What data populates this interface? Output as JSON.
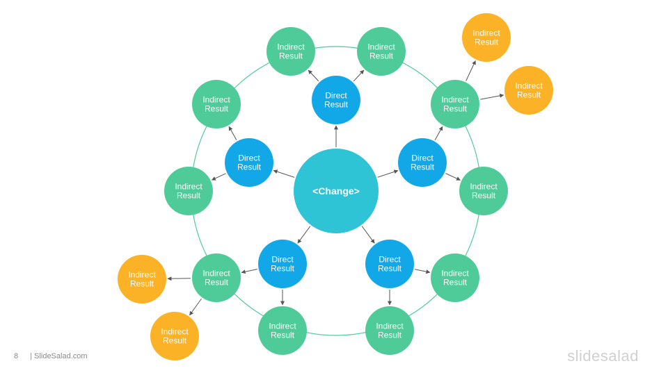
{
  "center": {
    "label": "<Change>",
    "color": "#2ec4d6"
  },
  "colors": {
    "direct": "#12a8e8",
    "indirect": "#4ecb98",
    "outer": "#fcb226",
    "ring": "#4ecb98",
    "arrow": "#555555"
  },
  "direct_label": [
    "Direct",
    "Result"
  ],
  "indirect_label": [
    "Indirect",
    "Result"
  ],
  "footer": {
    "page": "8",
    "site": "| SlideSalad.com"
  },
  "brand": "slidesalad"
}
